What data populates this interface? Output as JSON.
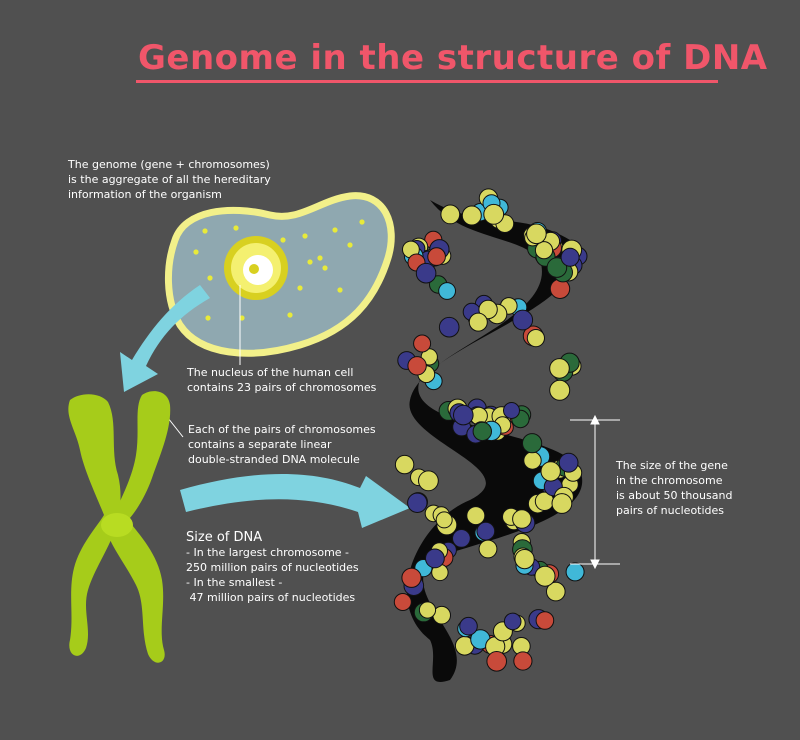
{
  "title": "Genome in the structure of DNA",
  "colors": {
    "background": "#505050",
    "title": "#f0566a",
    "cell_cytoplasm": "#8fa8b0",
    "cell_membrane": "#f2f08a",
    "chromosome": "#a6cc1a",
    "arrow": "#7fd3e0",
    "text": "#ffffff"
  },
  "notes": {
    "genome": [
      "The genome (gene + chromosomes)",
      "is the aggregate of all the hereditary",
      "information of the organism"
    ],
    "nucleus": [
      "The nucleus of the human cell",
      "contains 23 pairs of chromosomes"
    ],
    "pairs": [
      "Each of the pairs of chromosomes",
      "contains a separate linear",
      "double-stranded DNA molecule"
    ],
    "size_heading": "Size of DNA",
    "size_lines": [
      "- In the largest chromosome -",
      "250 million pairs of nucleotides",
      "- In the smallest -",
      " 47 million pairs of nucleotides"
    ],
    "gene_size": [
      "The size of the gene",
      "in the chromosome",
      "is about 50 thousand",
      "pairs of nucleotides"
    ]
  },
  "icons": [
    "cell-icon",
    "nucleus-icon",
    "chromosome-icon",
    "dna-helix-icon",
    "arrow-icon",
    "bracket-icon"
  ]
}
